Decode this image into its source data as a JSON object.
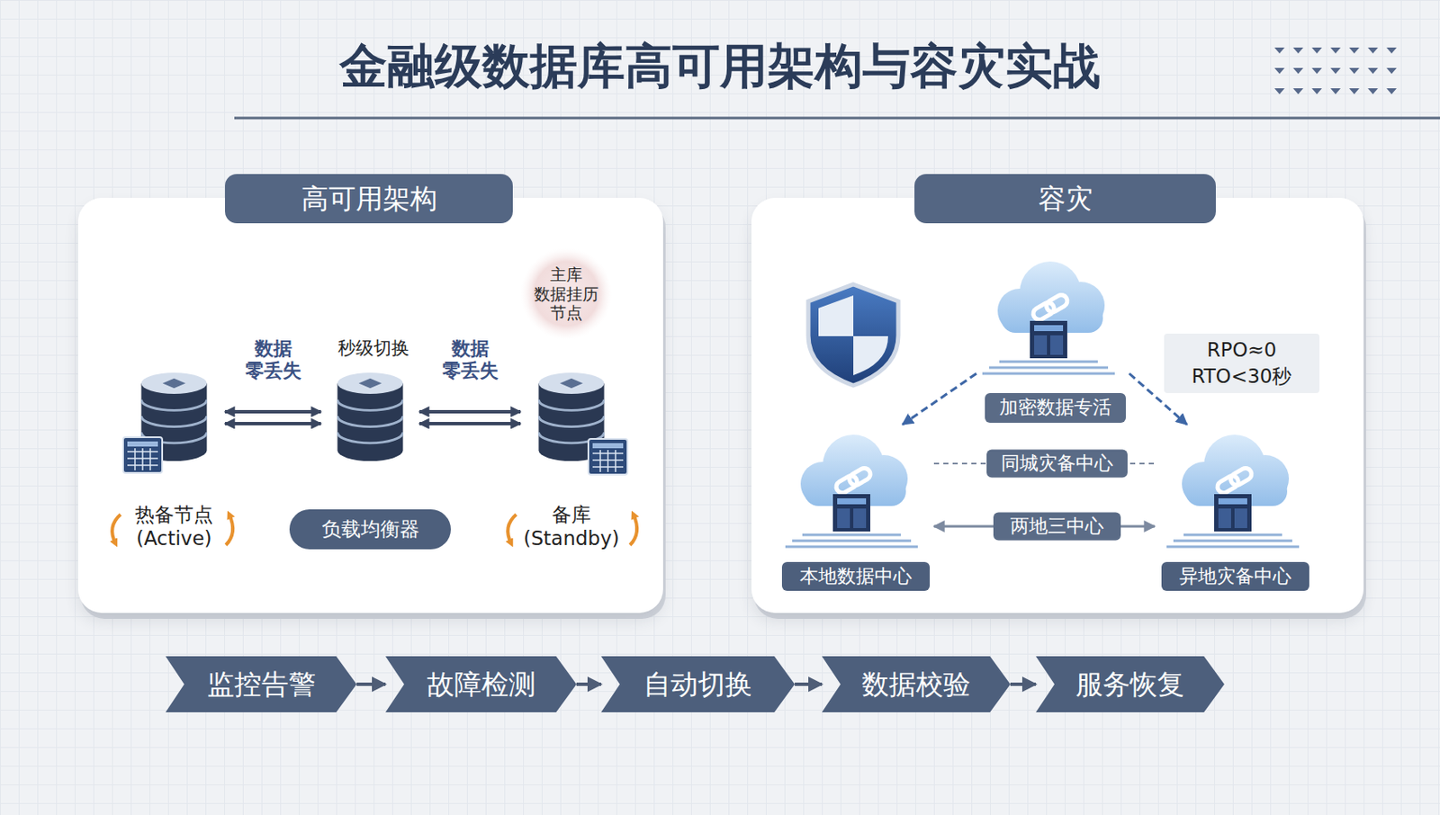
{
  "diagram": {
    "title": "金融级数据库高可用架构与容灾实战",
    "nodes": [
      {
        "text": [
          "高可用架构"
        ]
      },
      {
        "text": [
          "主库 数据挂历 节点"
        ],
        "in": 0
      },
      {
        "text": [
          "热备节点 (Active)"
        ],
        "in": 0
      },
      {
        "text": [
          "负载均衡器"
        ],
        "in": 0
      },
      {
        "text": [
          "备库 (Standby)"
        ],
        "in": 0
      },
      {
        "text": [
          "容灾"
        ]
      },
      {
        "text": [
          "加密数据专活"
        ],
        "in": 5
      },
      {
        "text": [
          "RPO≈0",
          "RTO<30秒"
        ],
        "in": 5
      },
      {
        "text": [
          "本地数据中心"
        ],
        "in": 5
      },
      {
        "text": [
          "异地灾备中心"
        ],
        "in": 5
      },
      {
        "text": [
          "监控告警"
        ]
      },
      {
        "text": [
          "故障检测"
        ]
      },
      {
        "text": [
          "自动切换"
        ]
      },
      {
        "text": [
          "数据校验"
        ]
      },
      {
        "text": [
          "服务恢复"
        ]
      }
    ],
    "edges": [
      {
        "from": 2,
        "to": 3,
        "arrow": "both",
        "label": "数据 零丢失"
      },
      {
        "from": 3,
        "to": 4,
        "arrow": "both",
        "label": "数据 零丢失"
      },
      {
        "from": 6,
        "to": 8,
        "arrow": "to"
      },
      {
        "from": 6,
        "to": 9,
        "arrow": "to"
      },
      {
        "from": 8,
        "to": 9,
        "arrow": "none",
        "label": "同城灾备中心"
      },
      {
        "from": 8,
        "to": 9,
        "arrow": "both",
        "label": "两地三中心"
      },
      {
        "from": 10,
        "to": 11,
        "arrow": "to"
      },
      {
        "from": 11,
        "to": 12,
        "arrow": "to"
      },
      {
        "from": 12,
        "to": 13,
        "arrow": "to"
      },
      {
        "from": 13,
        "to": 14,
        "arrow": "to"
      }
    ],
    "labels": [
      "秒级切换"
    ]
  }
}
